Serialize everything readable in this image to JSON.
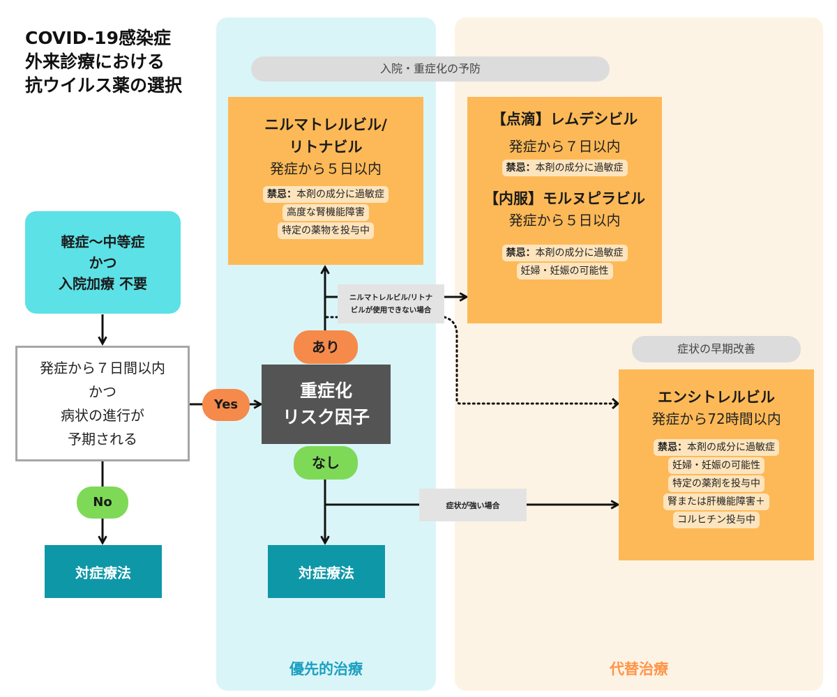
{
  "title": {
    "line1": "COVID-19感染症",
    "line2": "外来診療における",
    "line3": "抗ウイルス薬の選択"
  },
  "panels": {
    "priority_label": "優先的治療",
    "alternative_label": "代替治療"
  },
  "tags": {
    "prevention": "入院・重症化の予防",
    "early_improvement": "症状の早期改善"
  },
  "start_box": {
    "line1": "軽症〜中等症",
    "line2": "かつ",
    "line3": "入院加療 不要"
  },
  "criteria_box": {
    "line1": "発症から７日間以内",
    "line2": "かつ",
    "line3": "病状の進行が",
    "line4": "予期される"
  },
  "risk_box": {
    "line1": "重症化",
    "line2": "リスク因子"
  },
  "decision_labels": {
    "yes": "Yes",
    "no": "No",
    "ari": "あり",
    "nashi": "なし"
  },
  "symptomatic": {
    "left": "対症療法",
    "center": "対症療法"
  },
  "nirmatrelvir": {
    "name_line1": "ニルマトレルビル/",
    "name_line2": "リトナビル",
    "onset": "発症から５日以内",
    "contra_label": "禁忌：",
    "contra1": "本剤の成分に過敏症",
    "contra2": "高度な腎機能障害",
    "contra3": "特定の薬物を投与中"
  },
  "remdesivir": {
    "name": "【点滴】レムデシビル",
    "onset": "発症から７日以内",
    "contra_label": "禁忌：",
    "contra1": "本剤の成分に過敏症"
  },
  "molnupiravir": {
    "name": "【内服】モルヌピラビル",
    "onset": "発症から５日以内",
    "contra_label": "禁忌：",
    "contra1": "本剤の成分に過敏症",
    "contra2": "妊婦・妊娠の可能性"
  },
  "ensitrelvir": {
    "name": "エンシトレルビル",
    "onset": "発症から72時間以内",
    "contra_label": "禁忌：",
    "contra1": "本剤の成分に過敏症",
    "contra2": "妊婦・妊娠の可能性",
    "contra3": "特定の薬剤を投与中",
    "contra4": "腎または肝機能障害＋",
    "contra5": "コルヒチン投与中"
  },
  "branch_notes": {
    "cannot_use_line1": "ニルマトレルビル/リトナ",
    "cannot_use_line2": "ビルが使用できない場合",
    "severe_symptoms": "症状が強い場合"
  },
  "colors": {
    "priority_panel": "#daf5f8",
    "alternative_panel": "#fdf3e4",
    "cyan_box": "#5ce1e6",
    "drug_box": "#fdb957",
    "contra_bg": "#fde4bd",
    "risk_box": "#545454",
    "teal_box": "#0e97a7",
    "yes_ari_pill": "#f58a4b",
    "no_nashi_pill": "#7ed957",
    "priority_text": "#1ba0c0",
    "alternative_text": "#ff9447"
  }
}
